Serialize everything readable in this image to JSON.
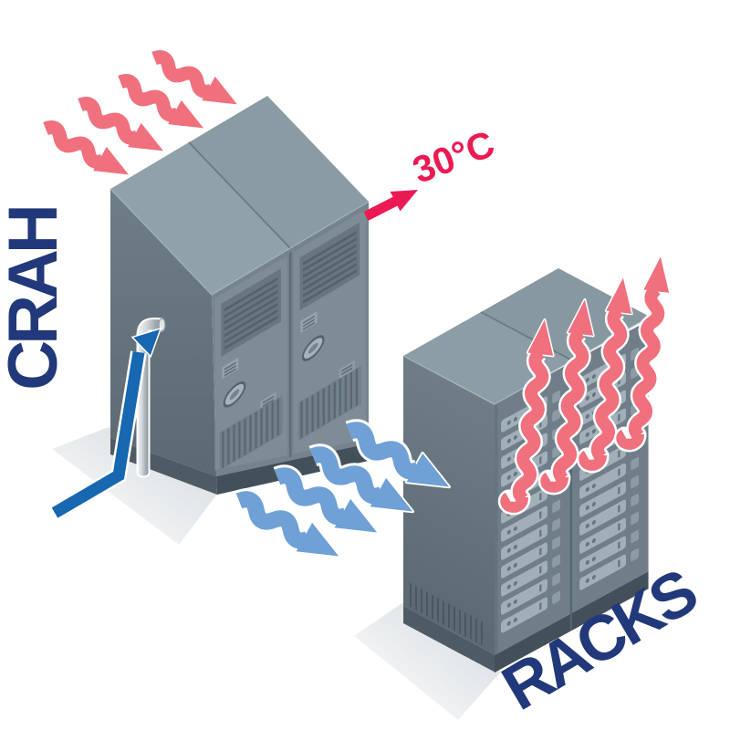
{
  "diagram": {
    "title": "Data center cooling airflow diagram",
    "labels": {
      "crah": "CRAH",
      "racks": "RACKS",
      "exhaust_temperature": "30°C"
    },
    "colors": {
      "label_navy": "#21397A",
      "temperature_red": "#EB1A52",
      "hot_air_pink": "#F0707E",
      "cold_air_blue": "#6FA0D6",
      "chilled_water_blue": "#1767B1",
      "cabinet_top": "#90A1AA",
      "cabinet_side_dark": "#66737D",
      "cabinet_front": "#75838D",
      "rack_front": "#6F7E88",
      "base_dark": "#4A565F",
      "pipe_metal": "#A7AFB5"
    },
    "elements": {
      "crah_cabinet_count": 2,
      "rack_cabinet_count": 2,
      "drive_bay_rows_per_rack": 12,
      "hot_air_into_crah_arrow_count": 4,
      "cold_air_supply_arrow_count": 4,
      "hot_exhaust_from_racks_arrow_count": 4,
      "chilled_water_pipe_count": 1
    }
  }
}
